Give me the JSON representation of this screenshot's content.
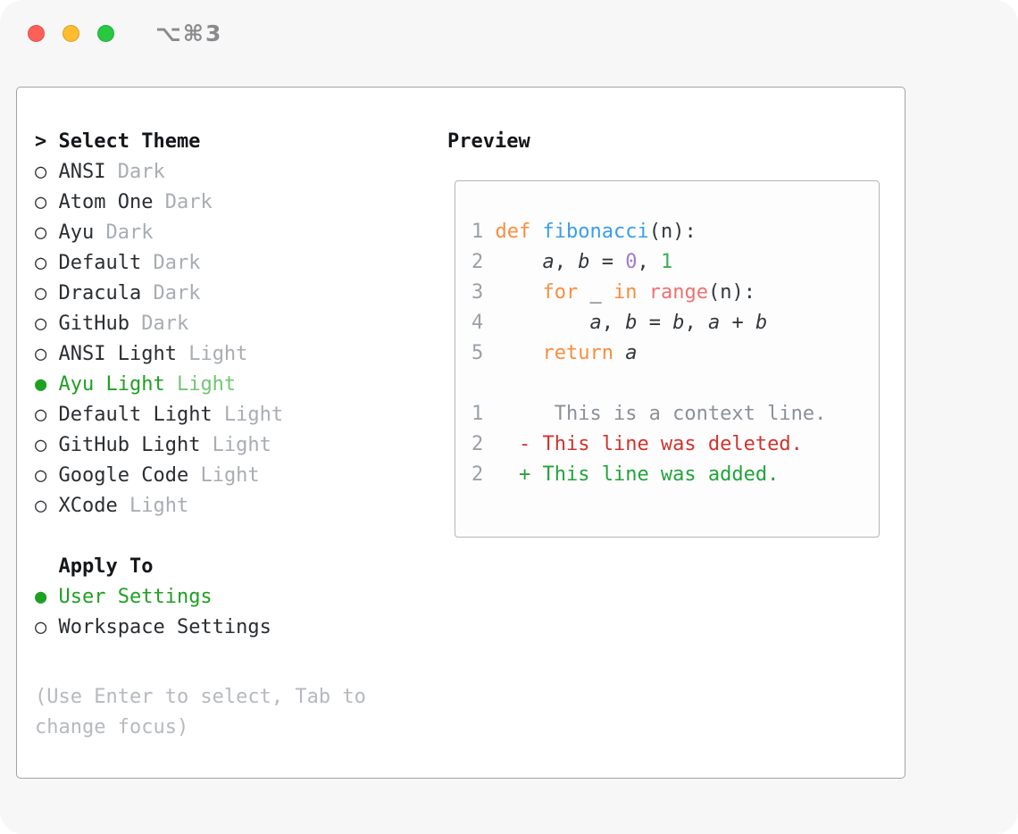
{
  "window": {
    "shortcut": "⌥⌘3"
  },
  "theme_selector": {
    "title": "> Select Theme",
    "items": [
      {
        "label": "ANSI",
        "variant": "Dark",
        "selected": false
      },
      {
        "label": "Atom One",
        "variant": "Dark",
        "selected": false
      },
      {
        "label": "Ayu",
        "variant": "Dark",
        "selected": false
      },
      {
        "label": "Default",
        "variant": "Dark",
        "selected": false
      },
      {
        "label": "Dracula",
        "variant": "Dark",
        "selected": false
      },
      {
        "label": "GitHub",
        "variant": "Dark",
        "selected": false
      },
      {
        "label": "ANSI Light",
        "variant": "Light",
        "selected": false
      },
      {
        "label": "Ayu Light",
        "variant": "Light",
        "selected": true
      },
      {
        "label": "Default Light",
        "variant": "Light",
        "selected": false
      },
      {
        "label": "GitHub Light",
        "variant": "Light",
        "selected": false
      },
      {
        "label": "Google Code",
        "variant": "Light",
        "selected": false
      },
      {
        "label": "XCode",
        "variant": "Light",
        "selected": false
      }
    ],
    "apply_to": {
      "title": "Apply To",
      "options": [
        {
          "label": "User Settings",
          "selected": true
        },
        {
          "label": "Workspace Settings",
          "selected": false
        }
      ]
    },
    "hint": "(Use Enter to select, Tab to change focus)"
  },
  "preview": {
    "title": "Preview",
    "lines": [
      {
        "tokens": [
          [
            "1 ",
            "line_number"
          ],
          [
            "def ",
            "keyword"
          ],
          [
            "fibonacci",
            "function"
          ],
          [
            "(n):",
            "plain"
          ]
        ]
      },
      {
        "tokens": [
          [
            "2 ",
            "line_number"
          ],
          [
            "    ",
            "plain"
          ],
          [
            "a",
            "variable"
          ],
          [
            ", ",
            "plain"
          ],
          [
            "b",
            "variable"
          ],
          [
            " = ",
            "plain"
          ],
          [
            "0",
            "number_zero"
          ],
          [
            ", ",
            "plain"
          ],
          [
            "1",
            "number_one"
          ]
        ]
      },
      {
        "tokens": [
          [
            "3 ",
            "line_number"
          ],
          [
            "    ",
            "plain"
          ],
          [
            "for",
            "keyword"
          ],
          [
            " _ ",
            "plain"
          ],
          [
            "in",
            "keyword"
          ],
          [
            " ",
            "plain"
          ],
          [
            "range",
            "builtin"
          ],
          [
            "(n):",
            "plain"
          ]
        ]
      },
      {
        "tokens": [
          [
            "4 ",
            "line_number"
          ],
          [
            "        ",
            "plain"
          ],
          [
            "a",
            "variable"
          ],
          [
            ", ",
            "plain"
          ],
          [
            "b",
            "variable"
          ],
          [
            " = ",
            "plain"
          ],
          [
            "b",
            "variable"
          ],
          [
            ", ",
            "plain"
          ],
          [
            "a",
            "variable"
          ],
          [
            " + ",
            "plain"
          ],
          [
            "b",
            "variable"
          ]
        ]
      },
      {
        "tokens": [
          [
            "5 ",
            "line_number"
          ],
          [
            "    ",
            "plain"
          ],
          [
            "return",
            "keyword"
          ],
          [
            " ",
            "plain"
          ],
          [
            "a",
            "variable"
          ]
        ]
      },
      {
        "tokens": []
      },
      {
        "tokens": [
          [
            "1 ",
            "line_number"
          ],
          [
            "     This is a context line.",
            "context"
          ]
        ]
      },
      {
        "tokens": [
          [
            "2 ",
            "line_number"
          ],
          [
            "  - This line was deleted.",
            "deleted"
          ]
        ]
      },
      {
        "tokens": [
          [
            "2 ",
            "line_number"
          ],
          [
            "  + This line was added.",
            "added"
          ]
        ]
      }
    ]
  },
  "colors": {
    "selected_green": "#1ea021",
    "selected_green_muted": "#72c673",
    "item_text": "#2a2d31",
    "variant_gray": "#a8adb3",
    "hint_gray": "#b6b9be",
    "line_number": "#9aa0a6",
    "keyword": "#fa8d3e",
    "function": "#399ee6",
    "builtin": "#f07171",
    "number_zero": "#a37acc",
    "number_one": "#3fae56",
    "plain": "#33373b",
    "variable": "#33373b",
    "context": "#8b9198",
    "deleted": "#d0342c",
    "added": "#23a33a",
    "traffic_red": "#ff5f57",
    "traffic_yellow": "#febc2e",
    "traffic_green": "#28c840"
  }
}
